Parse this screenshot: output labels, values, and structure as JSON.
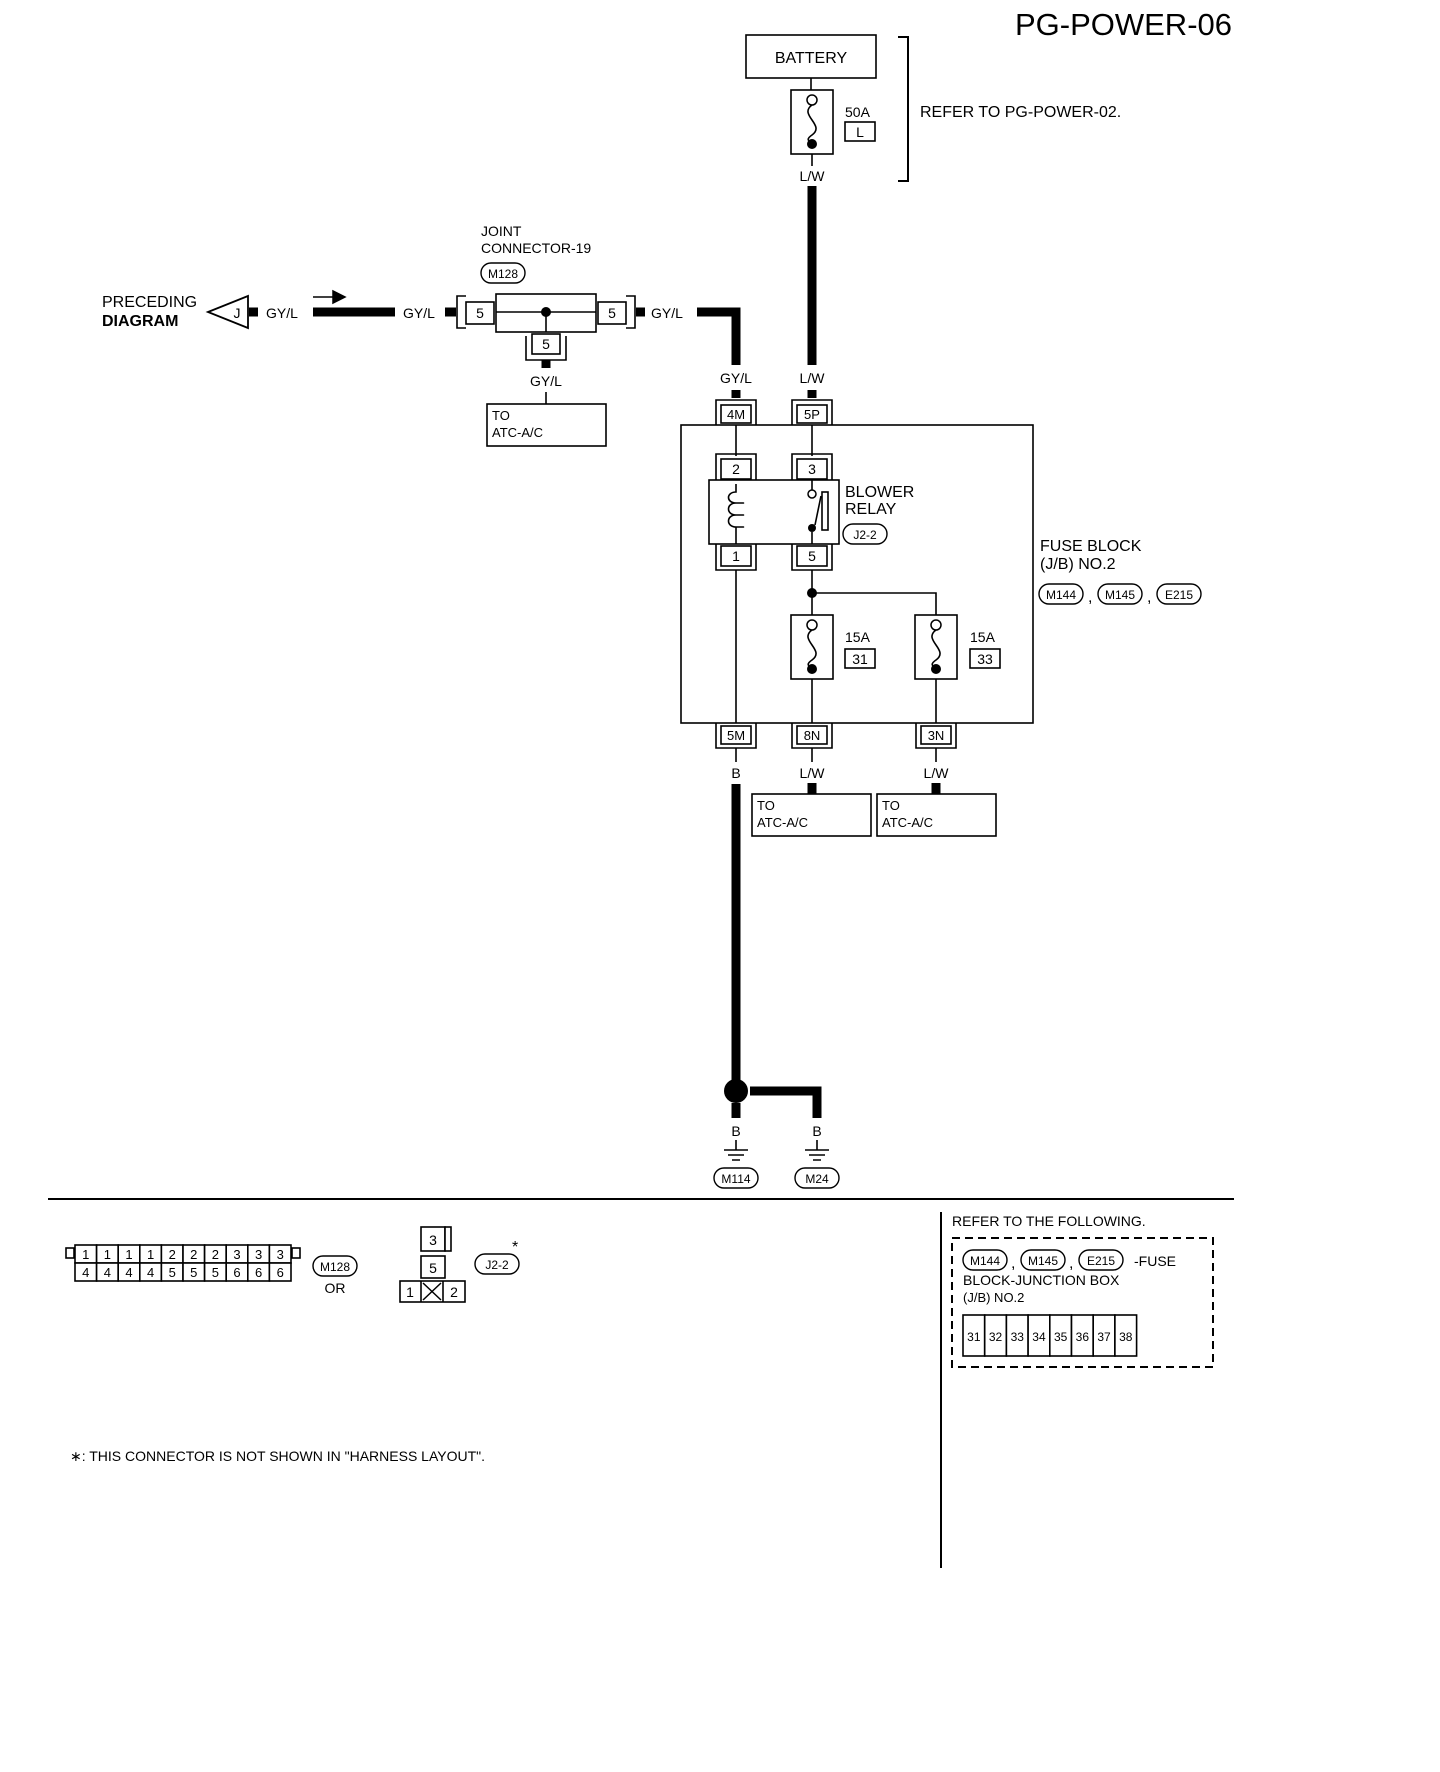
{
  "page": {
    "title": "PG-POWER-06"
  },
  "battery": {
    "label": "BATTERY",
    "fuse_rating": "50A",
    "fuse_id": "L",
    "refer": "REFER TO PG-POWER-02.",
    "wire": "L/W"
  },
  "joint_connector": {
    "line1": "JOINT",
    "line2": "CONNECTOR-19",
    "connector": "M128",
    "pin_left": "5",
    "pin_right": "5",
    "pin_bottom": "5"
  },
  "preceding": {
    "line1": "PRECEDING",
    "line2": "DIAGRAM",
    "letter": "J"
  },
  "wires": {
    "gyl": "GY/L",
    "lw": "L/W",
    "b": "B"
  },
  "to_atc": {
    "line1": "TO",
    "line2": "ATC-A/C"
  },
  "fuse_block": {
    "line1": "FUSE BLOCK",
    "line2": "(J/B) NO.2",
    "connectors": [
      "M144",
      "M145",
      "E215"
    ],
    "sep": ",",
    "terminals_top": [
      "4M",
      "5P"
    ],
    "terminals_bottom": [
      "5M",
      "8N",
      "3N"
    ]
  },
  "blower_relay": {
    "line1": "BLOWER",
    "line2": "RELAY",
    "connector": "J2-2",
    "pins": [
      "2",
      "3",
      "1",
      "5"
    ]
  },
  "fuses": [
    {
      "rating": "15A",
      "id": "31"
    },
    {
      "rating": "15A",
      "id": "33"
    }
  ],
  "grounds": [
    "M114",
    "M24"
  ],
  "legend": {
    "m128_top": [
      "1",
      "1",
      "1",
      "1",
      "2",
      "2",
      "2",
      "3",
      "3",
      "3"
    ],
    "m128_bottom": [
      "4",
      "4",
      "4",
      "4",
      "5",
      "5",
      "5",
      "6",
      "6",
      "6"
    ],
    "m128_label": "M128",
    "or": "OR",
    "j22_pins": [
      "3",
      "5",
      "1",
      "2"
    ],
    "j22_label": "J2-2",
    "asterisk": "*",
    "refer_title": "REFER TO THE FOLLOWING.",
    "fuse_desc_suffix": "-FUSE",
    "fuse_desc_line2": "BLOCK-JUNCTION BOX",
    "fuse_desc_line3": "(J/B) NO.2",
    "fuse_cells": [
      "31",
      "32",
      "33",
      "34",
      "35",
      "36",
      "37",
      "38"
    ],
    "footnote": "∗: THIS CONNECTOR IS NOT SHOWN IN \"HARNESS LAYOUT\"."
  }
}
